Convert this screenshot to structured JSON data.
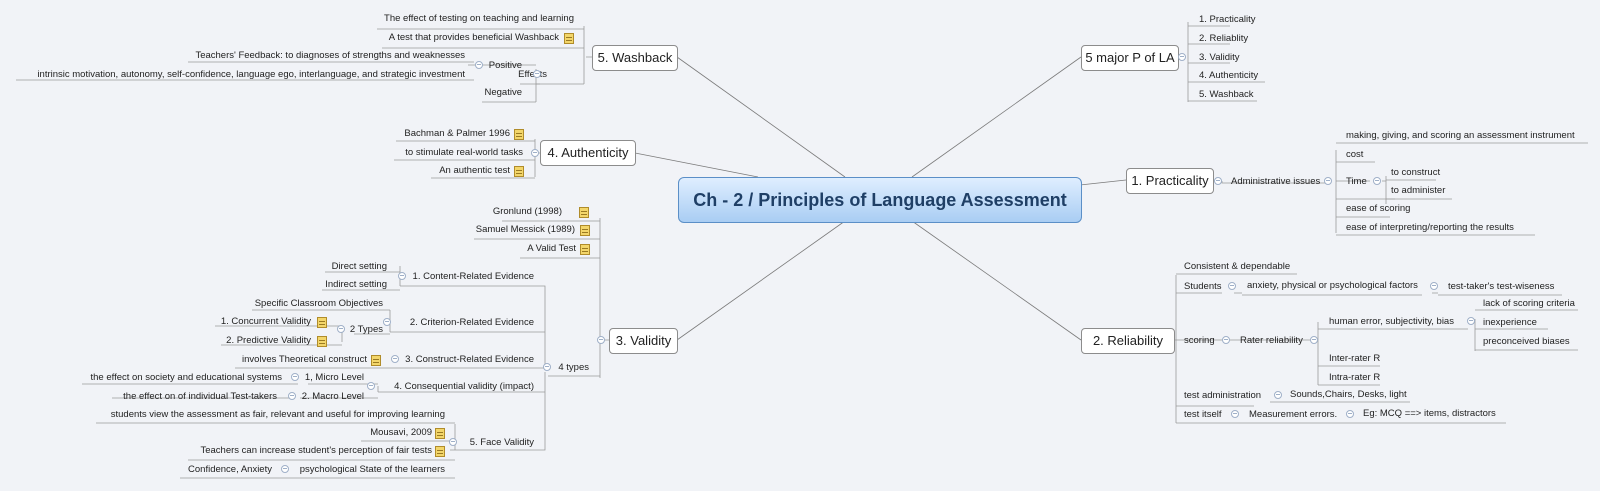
{
  "central": "Ch - 2 / Principles of Language Assessment",
  "five_p": {
    "title": "5 major P of LA",
    "items": [
      "1. Practicality",
      "2. Reliablity",
      "3. Validity",
      "4. Authenticity",
      "5. Washback"
    ]
  },
  "practicality": {
    "title": "1. Practicality",
    "admin": "Administrative issues",
    "items": [
      "making, giving, and scoring an assessment instrument",
      "cost",
      "Time",
      "ease of scoring",
      "ease of interpreting/reporting the results"
    ],
    "time_items": [
      "to construct",
      "to administer"
    ]
  },
  "reliability": {
    "title": "2.  Reliability",
    "consistent": "Consistent & dependable",
    "students": "Students",
    "students_factors": "anxiety, physical or psychological factors",
    "wiseness": "test-taker's test-wiseness",
    "scoring": "scoring",
    "rater": "Rater reliability",
    "human_error": "human error, subjectivity, bias",
    "human_items": [
      "lack of scoring criteria",
      "inexperience",
      "preconceived biases"
    ],
    "inter": "Inter-rater R",
    "intra": "Intra-rater R",
    "admin": "test administration",
    "admin_detail": "Sounds,Chairs, Desks, light",
    "itself": "test itself",
    "measurement": "Measurement errors.",
    "mcq": "Eg: MCQ ==>  items, distractors"
  },
  "washback": {
    "title": "5. Washback",
    "items": [
      "The effect of testing on teaching and learning",
      "A test that provides beneficial Washback"
    ],
    "effects": "Effects",
    "positive": "Positive",
    "positive_items": [
      "Teachers' Feedback: to diagnoses of strengths and weaknesses",
      "intrinsic motivation, autonomy, self-confidence, language ego, interlanguage, and strategic investment"
    ],
    "negative": "Negative"
  },
  "authenticity": {
    "title": "4. Authenticity",
    "items": [
      "Bachman & Palmer 1996",
      "to stimulate real-world tasks",
      "An authentic test"
    ]
  },
  "validity": {
    "title": "3. Validity",
    "top_items": [
      "Gronlund (1998)",
      "Samuel Messick (1989)",
      "A Valid Test"
    ],
    "four_types": "4 types",
    "content": "1. Content-Related Evidence",
    "content_items": [
      "Direct setting",
      "Indirect setting"
    ],
    "criterion": "2. Criterion-Related Evidence",
    "criterion_objectives": "Specific Classroom Objectives",
    "two_types": "2 Types",
    "two_type_items": [
      "1. Concurrent Validity",
      "2. Predictive Validity"
    ],
    "construct": "3. Construct-Related Evidence",
    "construct_item": "involves Theoretical construct",
    "consequential": "4. Consequential validity (impact)",
    "micro": "1, Micro Level",
    "micro_item": "the effect on society and educational systems",
    "macro": "2. Macro Level",
    "macro_item": "the effect on of individual Test-takers",
    "face": "5. Face Validity",
    "face_items": [
      "students view the assessment as fair, relevant and useful for improving learning",
      "Mousavi, 2009",
      "Teachers can increase student's perception of fair tests",
      "Confidence, Anxiety"
    ],
    "psych": "psychological State of the learners"
  }
}
